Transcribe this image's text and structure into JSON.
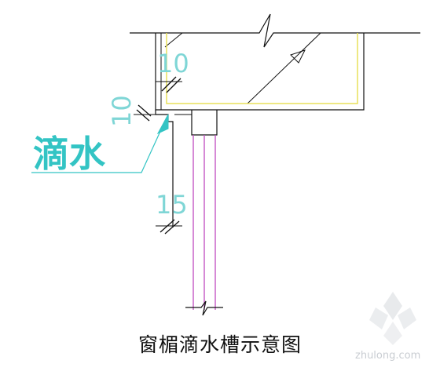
{
  "dimensions": {
    "top": "10",
    "side": "10",
    "bottom": "15"
  },
  "label": "滴水",
  "caption": "窗楣滴水槽示意图",
  "watermark": "zhulong.com",
  "colors": {
    "line": "#111111",
    "cyan": "#33c4c4",
    "yellow": "#e8e05a",
    "magenta": "#c04cc0"
  }
}
